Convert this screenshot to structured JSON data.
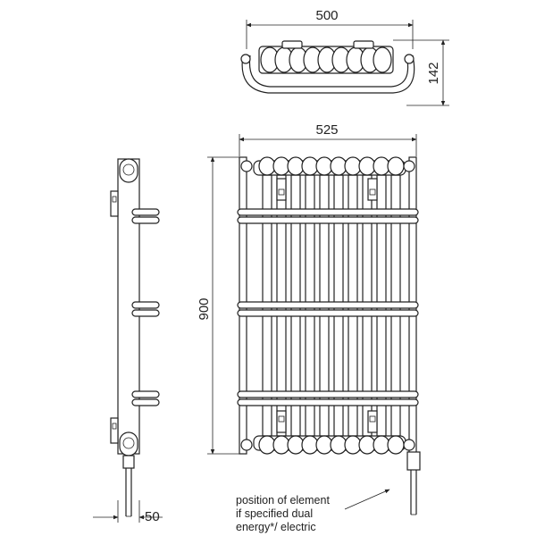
{
  "dimensions": {
    "top_width": "500",
    "top_depth": "142",
    "front_width": "525",
    "front_height": "900",
    "side_depth": "50"
  },
  "note": {
    "line1": "position of element",
    "line2": "if specified dual",
    "line3": "energy*/ electric"
  }
}
